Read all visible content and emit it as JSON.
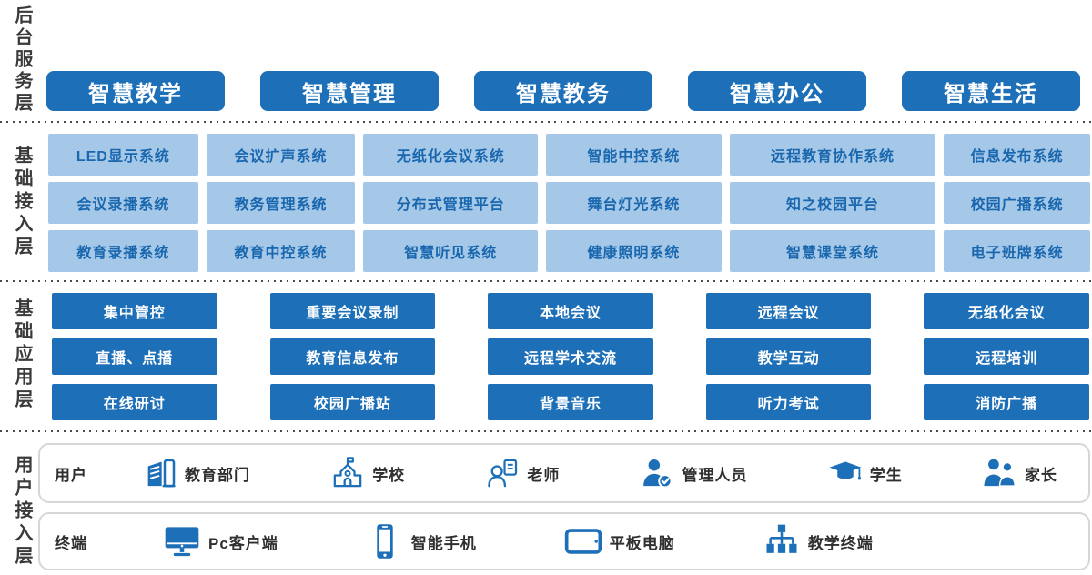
{
  "colors": {
    "accent_blue": "#1d6fb8",
    "light_blue_fill": "#a6c8e8",
    "light_blue_text": "#1967ae",
    "label_text": "#3a3a3a"
  },
  "layers": {
    "service": {
      "label": "后台服务层",
      "buttons": [
        "智慧教学",
        "智慧管理",
        "智慧教务",
        "智慧办公",
        "智慧生活"
      ]
    },
    "access": {
      "label": "基础接入层",
      "rows": [
        [
          "LED显示系统",
          "会议扩声系统",
          "无纸化会议系统",
          "智能中控系统",
          "远程教育协作系统",
          "信息发布系统"
        ],
        [
          "会议录播系统",
          "教务管理系统",
          "分布式管理平台",
          "舞台灯光系统",
          "知之校园平台",
          "校园广播系统"
        ],
        [
          "教育录播系统",
          "教育中控系统",
          "智慧听见系统",
          "健康照明系统",
          "智慧课堂系统",
          "电子班牌系统"
        ]
      ]
    },
    "application": {
      "label": "基础应用层",
      "rows": [
        [
          "集中管控",
          "重要会议录制",
          "本地会议",
          "远程会议",
          "无纸化会议"
        ],
        [
          "直播、点播",
          "教育信息发布",
          "远程学术交流",
          "教学互动",
          "远程培训"
        ],
        [
          "在线研讨",
          "校园广播站",
          "背景音乐",
          "听力考试",
          "消防广播"
        ]
      ]
    },
    "user_access": {
      "label": "用户接入层",
      "users": {
        "label": "用户",
        "items": [
          {
            "icon": "education-department-building-icon",
            "label": "教育部门"
          },
          {
            "icon": "school-icon",
            "label": "学校"
          },
          {
            "icon": "teacher-icon",
            "label": "老师"
          },
          {
            "icon": "admin-user-check-icon",
            "label": "管理人员"
          },
          {
            "icon": "graduation-cap-icon",
            "label": "学生"
          },
          {
            "icon": "parents-icon",
            "label": "家长"
          }
        ]
      },
      "terminals": {
        "label": "终端",
        "items": [
          {
            "icon": "desktop-pc-icon",
            "label": "Pc客户端"
          },
          {
            "icon": "smartphone-icon",
            "label": "智能手机"
          },
          {
            "icon": "tablet-icon",
            "label": "平板电脑"
          },
          {
            "icon": "network-terminal-icon",
            "label": "教学终端"
          }
        ]
      }
    }
  }
}
